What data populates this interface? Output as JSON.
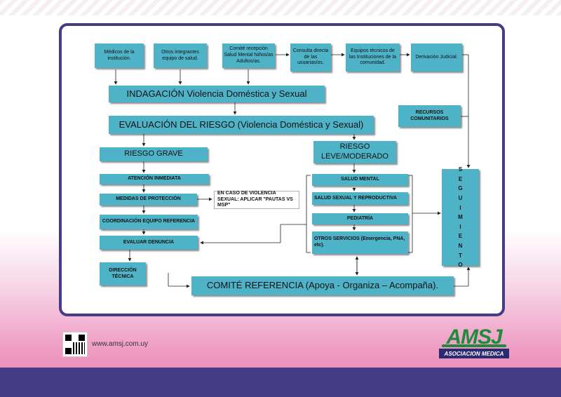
{
  "diagram": {
    "sources": [
      "Médicos de la institución.",
      "Otros integrantes equipo de salud.",
      "Comité recepción Salud Mental Niños/as Adultos/as.",
      "Consulta directa de las usuarias/os.",
      "Equipos técnicos de las Instituciones de la comunidad.",
      "Derivación Judicial."
    ],
    "indagacion": "INDAGACIÓN Violencia Doméstica y Sexual",
    "evaluacion": "EVALUACIÓN DEL RIESGO (Violencia Doméstica y Sexual)",
    "recursos": "RECURSOS COMUNITARIOS",
    "riesgo_grave": "RIESGO GRAVE",
    "riesgo_leve": "RIESGO LEVE/MODERADO",
    "grave_steps": [
      "ATENCIÓN INMEDIATA",
      "MEDIDAS DE PROTECCIÓN",
      "COORDINACIÓN EQUIPO REFERENCIA",
      "EVALUAR DENUNCIA"
    ],
    "violencia_sexual": "EN CASO DE VIOLENCIA SEXUAL: APLICAR \"PAUTAS VS MSP\"",
    "leve_services": [
      "SALUD MENTAL",
      "SALUD SEXUAL Y  REPRODUCTIVA",
      "PEDIATRÍA",
      "OTROS SERVICIOS (Emergencia, PNA, etc)."
    ],
    "seguimiento": "SEGUIMIENTO",
    "direccion": "DIRECCIÓN TÉCNICA",
    "comite": "COMITÉ REFERENCIA  (Apoya - Organiza – Acompaña)."
  },
  "footer": {
    "website": "www.amsj.com.uy",
    "logo_text": "AMSJ",
    "logo_sub": "ASOCIACION MEDICA"
  },
  "colors": {
    "box": "#4fb3c8",
    "frame": "#443d86",
    "logo_green": "#1f8a3a",
    "logo_navy": "#2b2a73"
  }
}
